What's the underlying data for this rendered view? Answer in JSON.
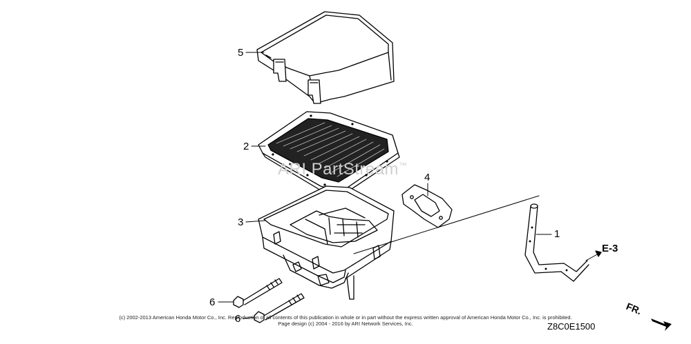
{
  "watermark": {
    "text": "ARI PartStream",
    "tm": "™"
  },
  "callouts": {
    "c1": "1",
    "c2": "2",
    "c3": "3",
    "c4": "4",
    "c5": "5",
    "c6a": "6",
    "c6b": "6"
  },
  "reference": "E-3",
  "direction": "FR.",
  "copyright": {
    "line1": "(c) 2002-2013 American Honda Motor Co., Inc. Reproduction of all contents of this publication in whole or in part without the express written approval of American Honda Motor Co., Inc. is prohibited.",
    "line2": "Page design (c) 2004 - 2016 by ARI Network Services, Inc."
  },
  "diagram_code": "Z8C0E1500",
  "colors": {
    "line": "#000000",
    "watermark": "#cfcfcf"
  }
}
